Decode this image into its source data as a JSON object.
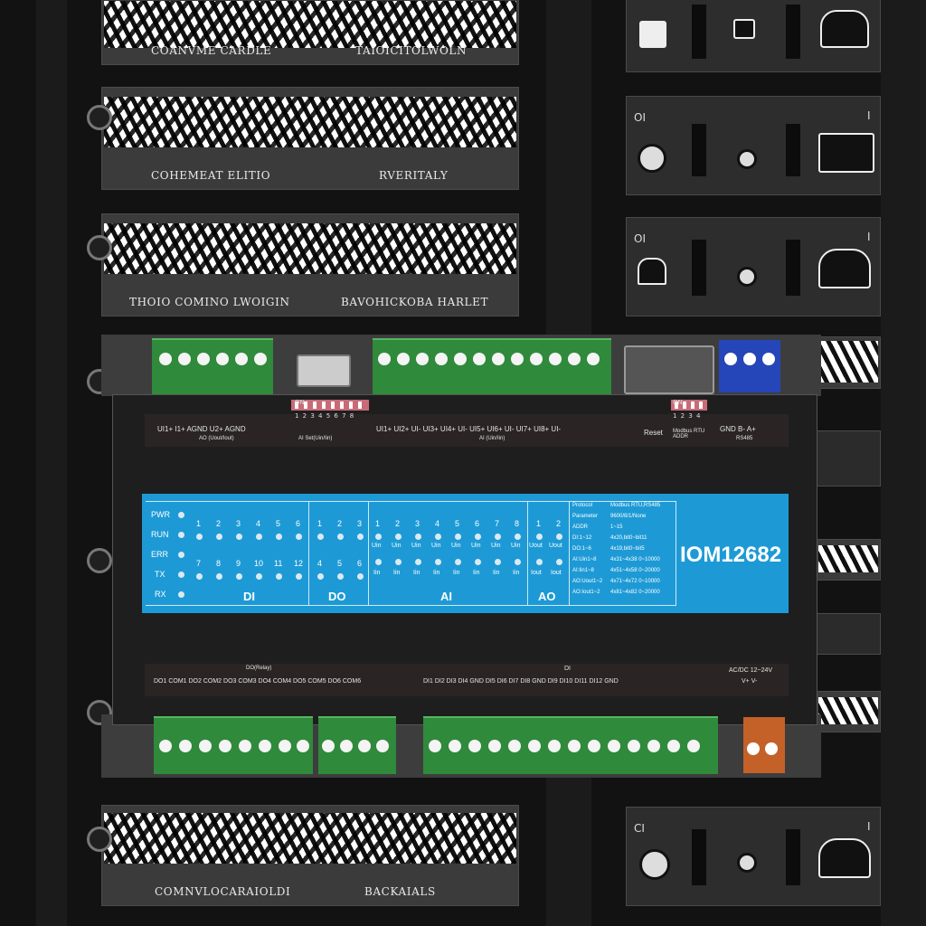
{
  "scene": {
    "description_labels": {
      "card1": [
        "COANVME CARDLE",
        "TAIOICITOLWOLN"
      ],
      "card2": [
        "COHEMEAT ELITIO",
        "RVERITALY"
      ],
      "card3": [
        "THOIO COMINO LWOIGIN",
        "BAVOHICKOBA HARLET"
      ],
      "card4": [
        "COMNVLOCARAIOLDI",
        "BACKAIALS"
      ]
    },
    "right_cards": {
      "labels": [
        "OI",
        "OI",
        "CI"
      ],
      "extra": [
        "I",
        "I",
        "I"
      ]
    },
    "module": {
      "model": "IOM12682",
      "top_terminal_labels": "UI1+  I1+  AGND U2+ AGND",
      "top_ai_labels": "UI1+ UI2+ UI-  UI3+ UI4+ UI-  UI5+ UI6+ UI-  UI7+ UI8+ UI-",
      "ao_sub": "AO (Uout/Iout)",
      "ai_sub": "AI (Uin/Iin)",
      "dip_left_on": "ON",
      "dip_left_nums": "1 2 3 4 5 6 7 8",
      "dip_left_label": "AI Set(Uin/Iin)",
      "dip_right_on": "ON",
      "dip_right_nums": "1 2 3 4",
      "reset": "Reset",
      "modbus": "Modbus RTU ADDR",
      "rs485": "GND  B-  A+",
      "rs485_sub": "RS485",
      "bottom_do_labels": "DO1 COM1 DO2 COM2 DO3 COM3 DO4 COM4 DO5 COM5 DO6 COM6",
      "bottom_do_title": "DO(Relay)",
      "bottom_di_labels": "DI1  DI2  DI3  DI4  GND  DI5  DI6  DI7  DI8  GND  DI9  DI10  DI11  DI12  GND",
      "bottom_di_title": "DI",
      "power": "AC/DC 12~24V",
      "power_pins": "V+   V-",
      "status": [
        "PWR",
        "RUN",
        "ERR",
        "TX",
        "RX"
      ],
      "di_top": [
        "1",
        "2",
        "3",
        "4",
        "5",
        "6"
      ],
      "di_bot": [
        "7",
        "8",
        "9",
        "10",
        "11",
        "12"
      ],
      "di_title": "DI",
      "do_top": [
        "1",
        "2",
        "3"
      ],
      "do_bot": [
        "4",
        "5",
        "6"
      ],
      "do_title": "DO",
      "ai_nums": [
        "1",
        "2",
        "3",
        "4",
        "5",
        "6",
        "7",
        "8"
      ],
      "ai_uin": "Uin",
      "ai_iin": "Iin",
      "ai_title": "AI",
      "ao_nums": [
        "1",
        "2"
      ],
      "ao_uout": "Uout",
      "ao_iout": "Iout",
      "ao_title": "AO",
      "spec": [
        [
          "Protocol",
          "Modbus RTU,RS485"
        ],
        [
          "Parameter",
          "9600/8/1/None"
        ],
        [
          "ADDR",
          "1~15"
        ],
        [
          "DI:1~12",
          "4x20,bit0~bit11"
        ],
        [
          "DO:1~6",
          "4x19,bit0~bit5"
        ],
        [
          "AI:Uin1~8",
          "4x31~4x38  0~10000"
        ],
        [
          "AI:Iin1~8",
          "4x51~4x58  0~20000"
        ],
        [
          "AO:Uout1~2",
          "4x71~4x72  0~10000"
        ],
        [
          "AO:Iout1~2",
          "4x81~4x82  0~20000"
        ]
      ]
    }
  }
}
